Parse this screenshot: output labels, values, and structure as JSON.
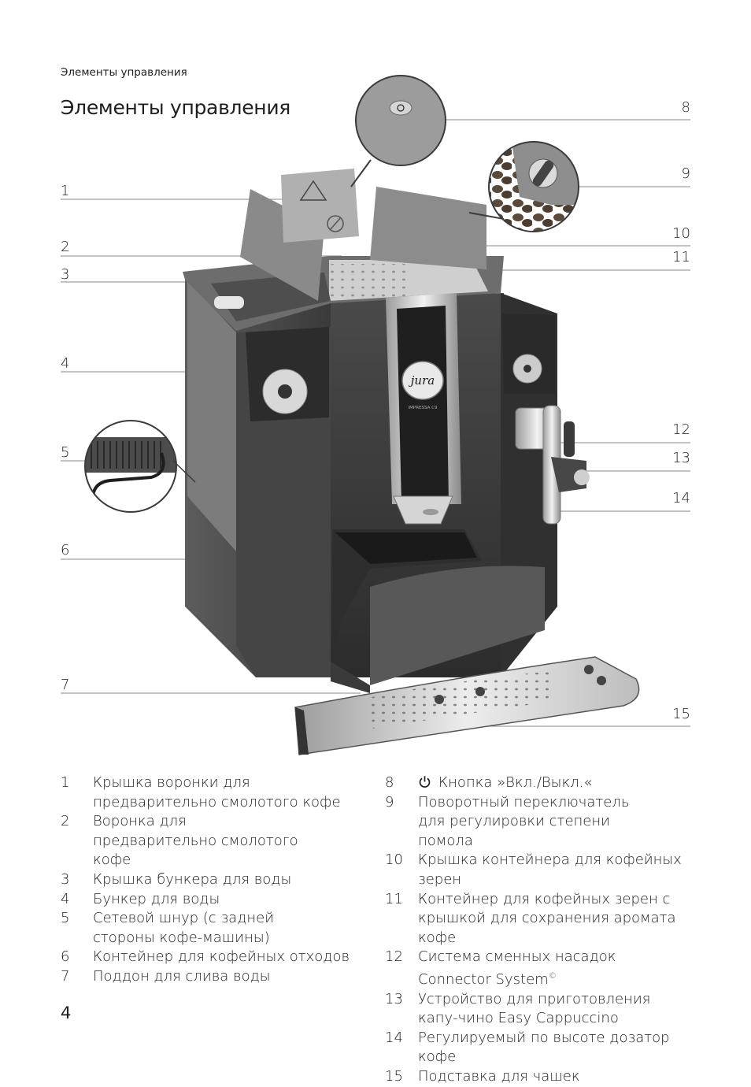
{
  "header": {
    "running_head": "Элементы управления",
    "title": "Элементы управления"
  },
  "callouts": {
    "left": [
      "1",
      "2",
      "3",
      "4",
      "5",
      "6",
      "7"
    ],
    "right": [
      "8",
      "9",
      "10",
      "11",
      "12",
      "13",
      "14",
      "15"
    ]
  },
  "machine_text": {
    "logo": "jura",
    "model": "IMPRESSA C9"
  },
  "legend": {
    "left": [
      {
        "num": "1",
        "text": "Крышка воронки для предварительно смолотого кофе"
      },
      {
        "num": "2",
        "text": "Воронка для предварительно смолотого кофе"
      },
      {
        "num": "3",
        "text": "Крышка бункера для воды"
      },
      {
        "num": "4",
        "text": "Бункер для воды"
      },
      {
        "num": "5",
        "text": "Сетевой шнур (с задней стороны кофе-машины)"
      },
      {
        "num": "6",
        "text": "Контейнер для кофейных отходов"
      },
      {
        "num": "7",
        "text": "Поддон для слива воды"
      }
    ],
    "right": [
      {
        "num": "8",
        "text": "Кнопка »Вкл./Выкл.«",
        "icon": "power-icon"
      },
      {
        "num": "9",
        "text": "Поворотный переключатель для регулировки степени помола"
      },
      {
        "num": "10",
        "text": "Крышка контейнера для кофейных зерен"
      },
      {
        "num": "11",
        "text": "Контейнер для кофейных зерен с крышкой для сохранения аромата кофе"
      },
      {
        "num": "12",
        "text": "Система сменных насадок Connector System",
        "sup": "©"
      },
      {
        "num": "13",
        "text": "Устройство для приготовления капу-чино Easy Cappuccino"
      },
      {
        "num": "14",
        "text": "Регулируемый по высоте дозатор кофе"
      },
      {
        "num": "15",
        "text": "Подставка для чашек"
      }
    ]
  },
  "page_number": "4"
}
